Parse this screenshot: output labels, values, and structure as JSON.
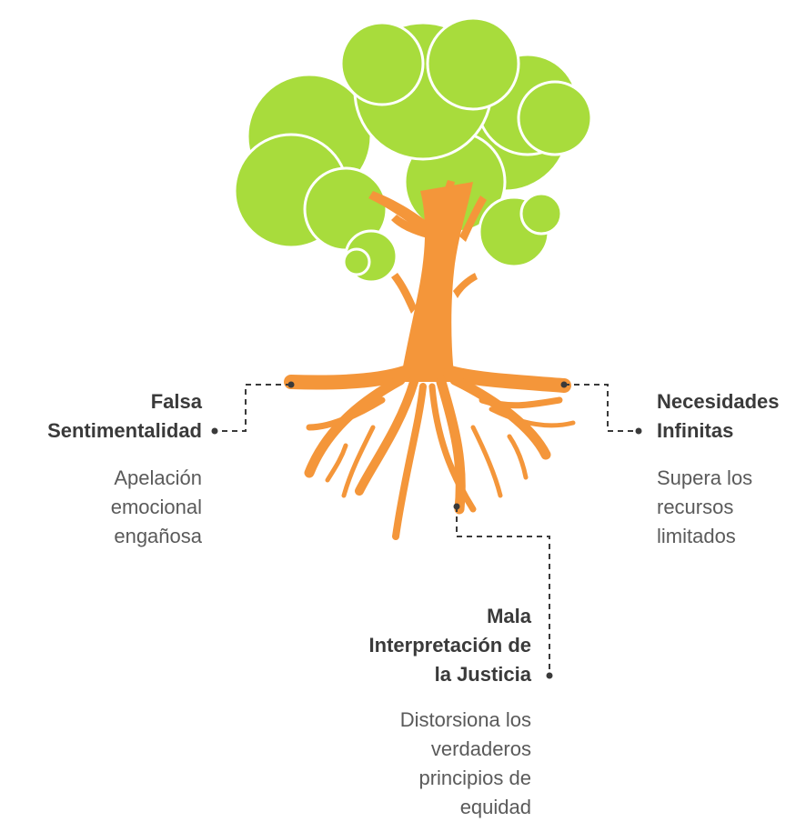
{
  "colors": {
    "foliage": "#a8dc3c",
    "foliage_outline": "#ffffff",
    "trunk": "#f4963a",
    "connector": "#3a3a3a",
    "title_text": "#3a3a3a",
    "desc_text": "#5a5a5a",
    "background": "#ffffff"
  },
  "left_node": {
    "title_lines": [
      "Falsa",
      "Sentimentalidad"
    ],
    "desc_lines": [
      "Apelación",
      "emocional",
      "engañosa"
    ]
  },
  "right_node": {
    "title_lines": [
      "Necesidades",
      "Infinitas"
    ],
    "desc_lines": [
      "Supera los",
      "recursos",
      "limitados"
    ]
  },
  "bottom_node": {
    "title_lines": [
      "Mala",
      "Interpretación de",
      "la Justicia"
    ],
    "desc_lines": [
      "Distorsiona los",
      "verdaderos",
      "principios de",
      "equidad"
    ]
  }
}
